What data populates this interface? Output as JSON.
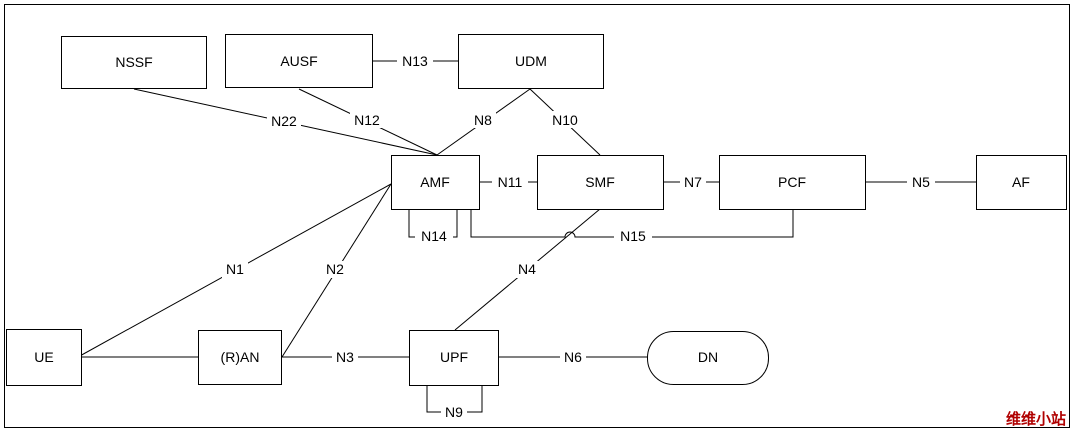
{
  "nodes": {
    "nssf": "NSSF",
    "ausf": "AUSF",
    "udm": "UDM",
    "amf": "AMF",
    "smf": "SMF",
    "pcf": "PCF",
    "af": "AF",
    "ue": "UE",
    "ran": "(R)AN",
    "upf": "UPF",
    "dn": "DN"
  },
  "edges": {
    "n1": "N1",
    "n2": "N2",
    "n3": "N3",
    "n4": "N4",
    "n5": "N5",
    "n6": "N6",
    "n7": "N7",
    "n8": "N8",
    "n9": "N9",
    "n10": "N10",
    "n11": "N11",
    "n12": "N12",
    "n13": "N13",
    "n14": "N14",
    "n15": "N15",
    "n22": "N22"
  },
  "watermark": "维维小站",
  "colors": {
    "line": "#000000",
    "watermark": "#b00000"
  }
}
